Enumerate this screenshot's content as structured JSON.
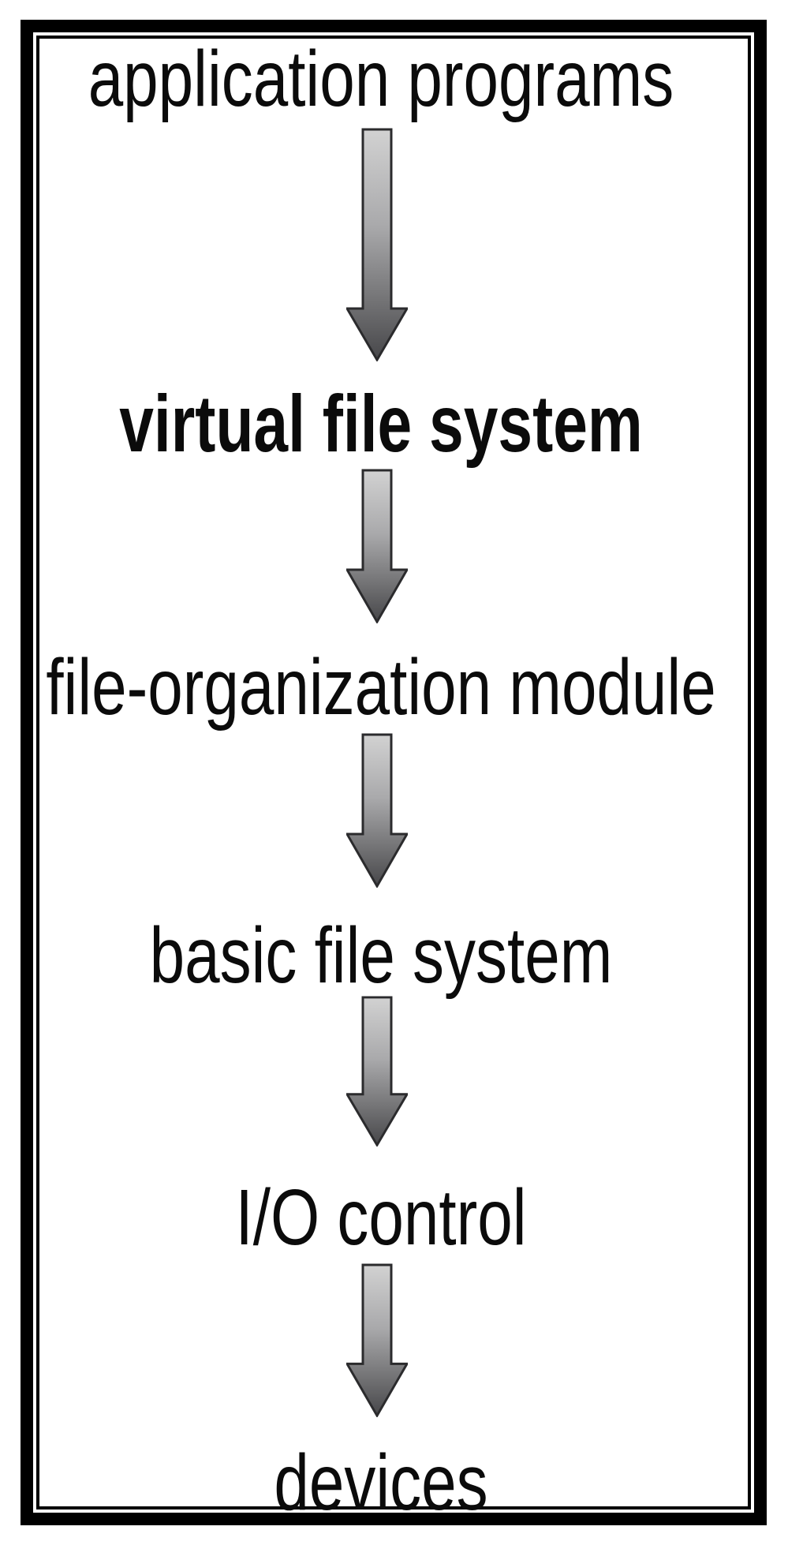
{
  "diagram": {
    "type": "layered-flow",
    "direction": "top-down",
    "layers": [
      {
        "label": "application programs",
        "emphasis": false
      },
      {
        "label": "virtual file system",
        "emphasis": true
      },
      {
        "label": "file-organization module",
        "emphasis": false
      },
      {
        "label": "basic file system",
        "emphasis": false
      },
      {
        "label": "I/O control",
        "emphasis": false
      },
      {
        "label": "devices",
        "emphasis": false
      }
    ],
    "connections": [
      {
        "from": "application programs",
        "to": "virtual file system",
        "style": "down-arrow"
      },
      {
        "from": "virtual file system",
        "to": "file-organization module",
        "style": "down-arrow"
      },
      {
        "from": "file-organization module",
        "to": "basic file system",
        "style": "down-arrow"
      },
      {
        "from": "basic file system",
        "to": "I/O control",
        "style": "down-arrow"
      },
      {
        "from": "I/O control",
        "to": "devices",
        "style": "down-arrow"
      }
    ]
  },
  "colors": {
    "background": "#ffffff",
    "frame_color": "#000000",
    "text_color": "#0b0b0b",
    "arrow_outline": "#2b2b2d",
    "arrow_grad_top": "#d2d2d2",
    "arrow_grad_mid": "#a9a9ab",
    "arrow_grad_low": "#747476",
    "arrow_grad_bottom": "#47474a"
  }
}
